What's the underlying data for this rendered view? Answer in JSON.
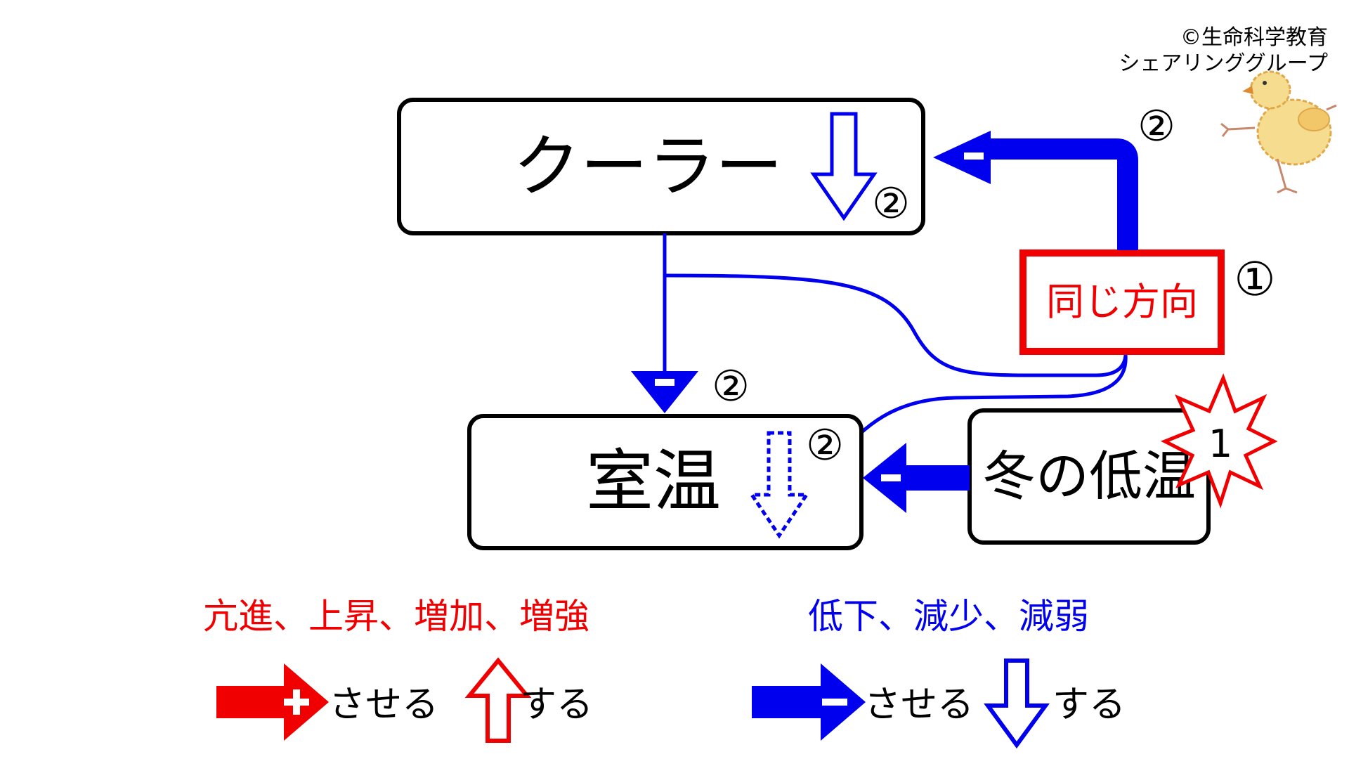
{
  "credit": {
    "line1": "©生命科学教育",
    "line2": "シェアリンググループ"
  },
  "boxes": {
    "cooler": "クーラー",
    "room_temp": "室温",
    "winter_cold": "冬の低温",
    "same_direction": "同じ方向"
  },
  "markers": {
    "step_one": "①",
    "step_two": "②",
    "burst_number": "1"
  },
  "arrow_signs": {
    "minus": "−",
    "plus": "+"
  },
  "legend": {
    "increase_heading": "亢進、上昇、増加、増強",
    "decrease_heading": "低下、減少、減弱",
    "make_suffix": "させる",
    "do_suffix": "する"
  },
  "colors": {
    "red": "#f00000",
    "blue": "#0000ee",
    "black": "#000000"
  }
}
